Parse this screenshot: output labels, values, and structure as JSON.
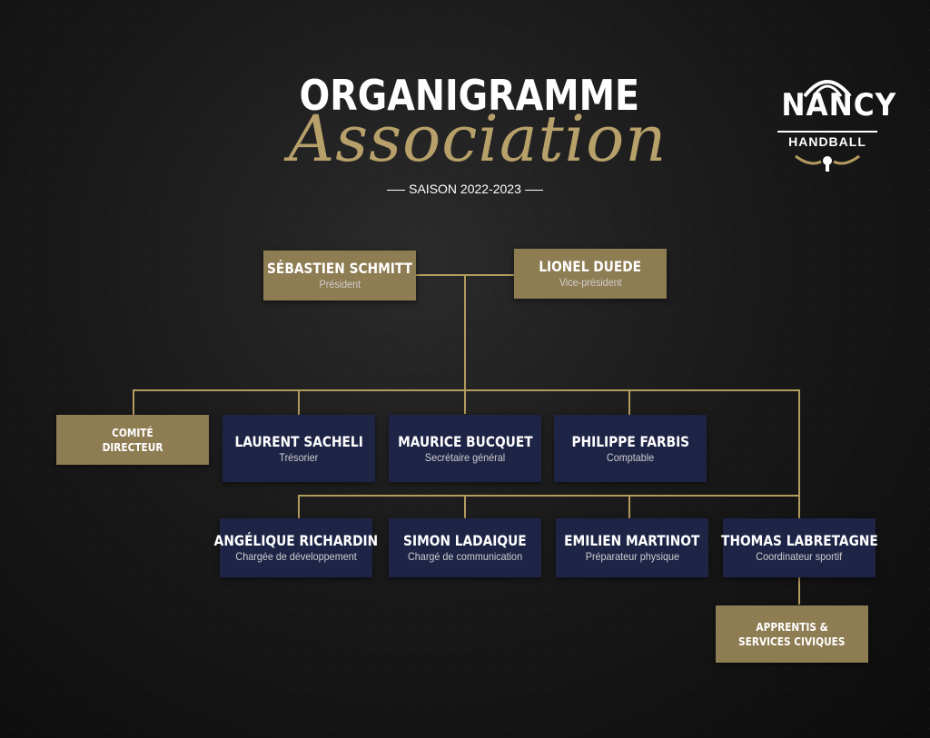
{
  "header": {
    "title": "ORGANIGRAMME",
    "subtitle": "Association",
    "season": "SAISON 2022-2023"
  },
  "logo": {
    "word": "NANCY",
    "sub": "HANDBALL"
  },
  "board": {
    "president": {
      "name": "SÉBASTIEN SCHMITT",
      "role": "Président"
    },
    "vice_president": {
      "name": "LIONEL DUEDE",
      "role": "Vice-président"
    }
  },
  "row1": {
    "committee": {
      "line1": "COMITÉ",
      "line2": "DIRECTEUR"
    },
    "treasurer": {
      "name": "LAURENT SACHELI",
      "role": "Trésorier"
    },
    "secretary": {
      "name": "MAURICE BUCQUET",
      "role": "Secrétaire général"
    },
    "accountant": {
      "name": "PHILIPPE FARBIS",
      "role": "Comptable"
    }
  },
  "row2": {
    "development": {
      "name": "ANGÉLIQUE RICHARDIN",
      "role": "Chargée de développement"
    },
    "communication": {
      "name": "SIMON LADAIQUE",
      "role": "Chargé de communication"
    },
    "physical": {
      "name": "EMILIEN MARTINOT",
      "role": "Préparateur physique"
    },
    "coordinator": {
      "name": "THOMAS LABRETAGNE",
      "role": "Coordinateur sportif"
    }
  },
  "apprentices": {
    "line1": "APPRENTIS &",
    "line2": "SERVICES CIVIQUES"
  },
  "colors": {
    "gold": "#8e7c52",
    "navy": "#1e2446",
    "line": "#b39b5e",
    "script": "#b7a069"
  }
}
